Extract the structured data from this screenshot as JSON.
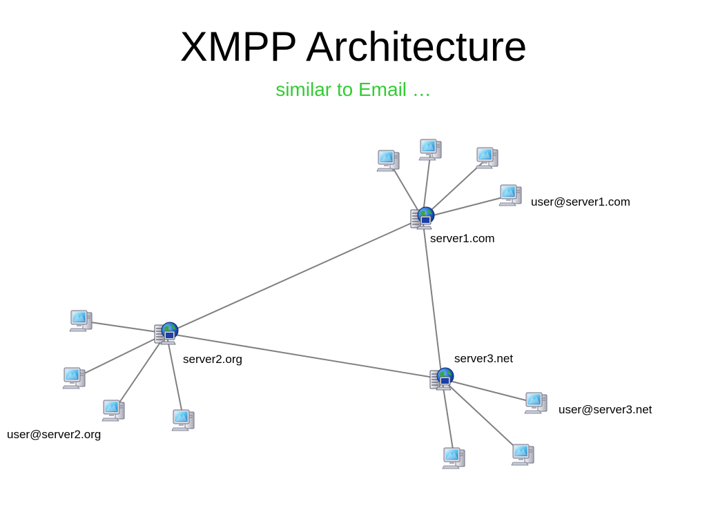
{
  "slide": {
    "title": "XMPP Architecture",
    "subtitle": "similar to Email …"
  },
  "colors": {
    "subtitle": "#33cc33",
    "link": "#808080"
  },
  "icons": {
    "server": "server-globe-icon",
    "client": "computer-icon"
  },
  "servers": [
    {
      "id": "server1",
      "label": "server1.com"
    },
    {
      "id": "server2",
      "label": "server2.org"
    },
    {
      "id": "server3",
      "label": "server3.net"
    }
  ],
  "user_labels": [
    {
      "server": "server1",
      "text": "user@server1.com"
    },
    {
      "server": "server2",
      "text": "user@server2.org"
    },
    {
      "server": "server3",
      "text": "user@server3.net"
    }
  ]
}
